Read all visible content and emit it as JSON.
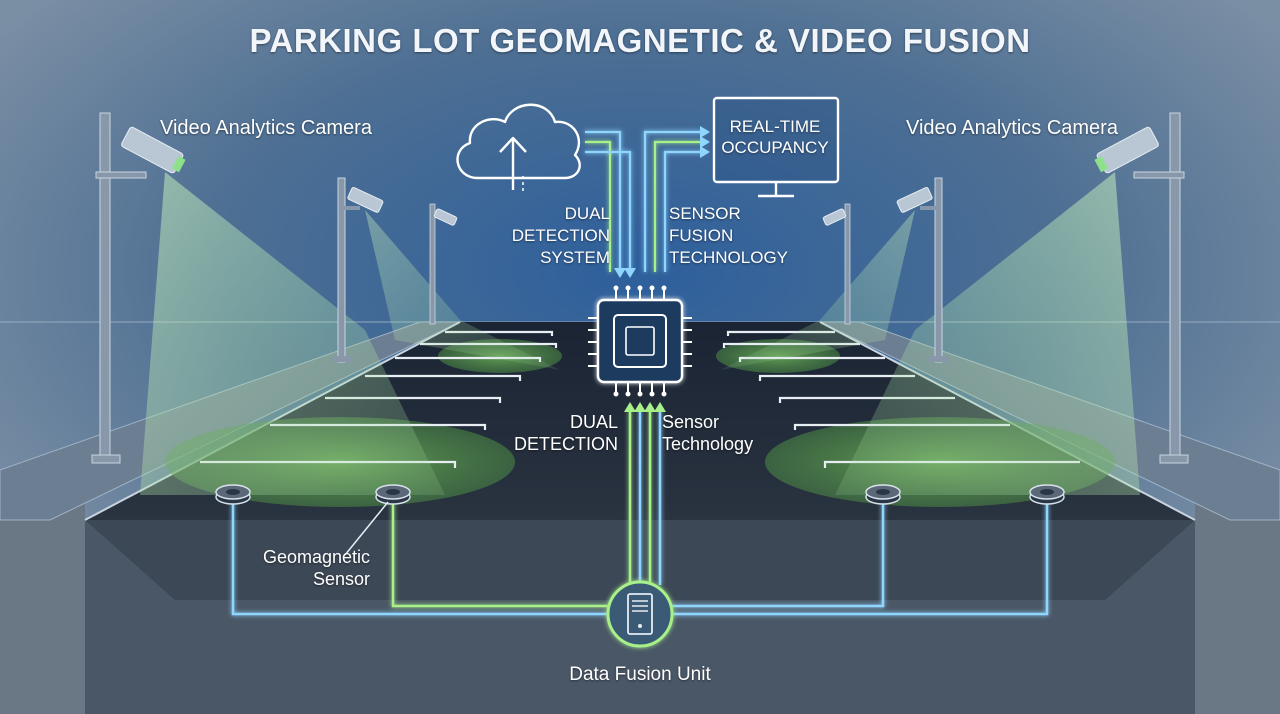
{
  "title": "PARKING LOT GEOMAGNETIC & VIDEO FUSION",
  "labels": {
    "camera_left": "Video Analytics Camera",
    "camera_right": "Video Analytics Camera",
    "monitor": "REAL-TIME OCCUPANCY",
    "dual_detection_system": "DUAL DETECTION SYSTEM",
    "sensor_fusion_technology": "SENSOR FUSION TECHNOLOGY",
    "dual_detection": "DUAL DETECTION",
    "sensor_technology": "Sensor Technology",
    "geomagnetic_sensor": "Geomagnetic Sensor",
    "data_fusion_unit": "Data Fusion Unit"
  },
  "icons": [
    "cloud-upload-icon",
    "monitor-icon",
    "processor-chip-icon",
    "server-icon",
    "camera-icon",
    "geomagnetic-sensor-icon"
  ],
  "colors": {
    "background": "#5f7590",
    "glow_blue": "#8fd6ff",
    "glow_green": "#a8f08a",
    "asphalt": "#1e2836",
    "grass_zone": "#5c9a4a"
  }
}
